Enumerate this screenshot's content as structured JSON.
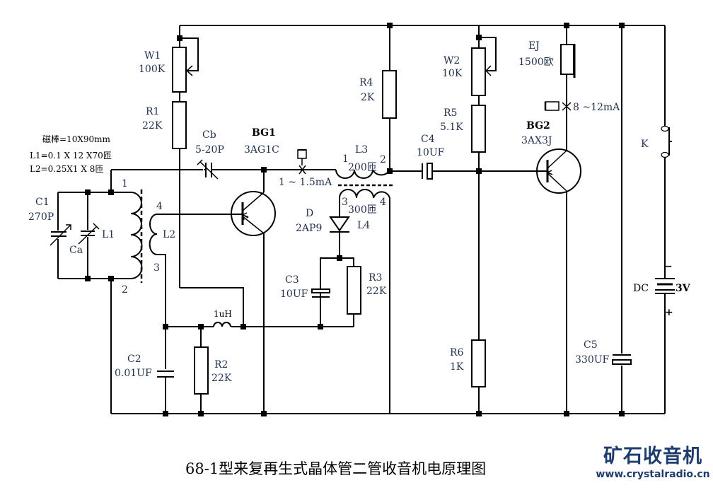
{
  "diagram": {
    "title": "68-1型来复再生式晶体管二管收音机电原理图",
    "logo": {
      "name": "矿石收音机",
      "url": "www.crystalradio.cn"
    },
    "antenna_spec": {
      "rod": "磁棒=10X90mm",
      "l1": "L1=0.1 X 12 X70匝",
      "l2": "L2=0.25X1 X 8匝"
    },
    "components": {
      "W1": {
        "ref": "W1",
        "value": "100K"
      },
      "R1": {
        "ref": "R1",
        "value": "22K"
      },
      "Cb": {
        "ref": "Cb",
        "value": "5-20P"
      },
      "BG1": {
        "ref": "BG1",
        "value": "3AG1C"
      },
      "C1": {
        "ref": "C1",
        "value": "270P"
      },
      "Ca": {
        "ref": "Ca"
      },
      "L1": {
        "ref": "L1",
        "pin_top": "1",
        "pin_bottom": "2"
      },
      "L2": {
        "ref": "L2",
        "pin_top": "4",
        "pin_bottom": "3"
      },
      "meter1": {
        "value": "1 ~ 1.5mA"
      },
      "R4": {
        "ref": "R4",
        "value": "2K"
      },
      "L3": {
        "ref": "L3",
        "value": "200匝",
        "pin1": "1",
        "pin2": "2"
      },
      "L4": {
        "ref": "L4",
        "value": "300匝",
        "pin3": "3",
        "pin4": "4"
      },
      "D": {
        "ref": "D",
        "value": "2AP9"
      },
      "C3": {
        "ref": "C3",
        "value": "10UF"
      },
      "R3": {
        "ref": "R3",
        "value": "22K"
      },
      "choke": {
        "value": "1uH"
      },
      "C2": {
        "ref": "C2",
        "value": "0.01UF"
      },
      "R2": {
        "ref": "R2",
        "value": "22K"
      },
      "C4": {
        "ref": "C4",
        "value": "10UF"
      },
      "W2": {
        "ref": "W2",
        "value": "10K"
      },
      "R5": {
        "ref": "R5",
        "value": "5.1K"
      },
      "R6": {
        "ref": "R6",
        "value": "1K"
      },
      "EJ": {
        "ref": "EJ",
        "value": "1500欧"
      },
      "meter2": {
        "value": "8 ~12mA"
      },
      "BG2": {
        "ref": "BG2",
        "value": "3AX3J"
      },
      "C5": {
        "ref": "C5",
        "value": "330UF"
      },
      "K": {
        "ref": "K"
      },
      "DC": {
        "ref": "DC",
        "value": "3V",
        "minus": "−",
        "plus": "+"
      }
    }
  }
}
